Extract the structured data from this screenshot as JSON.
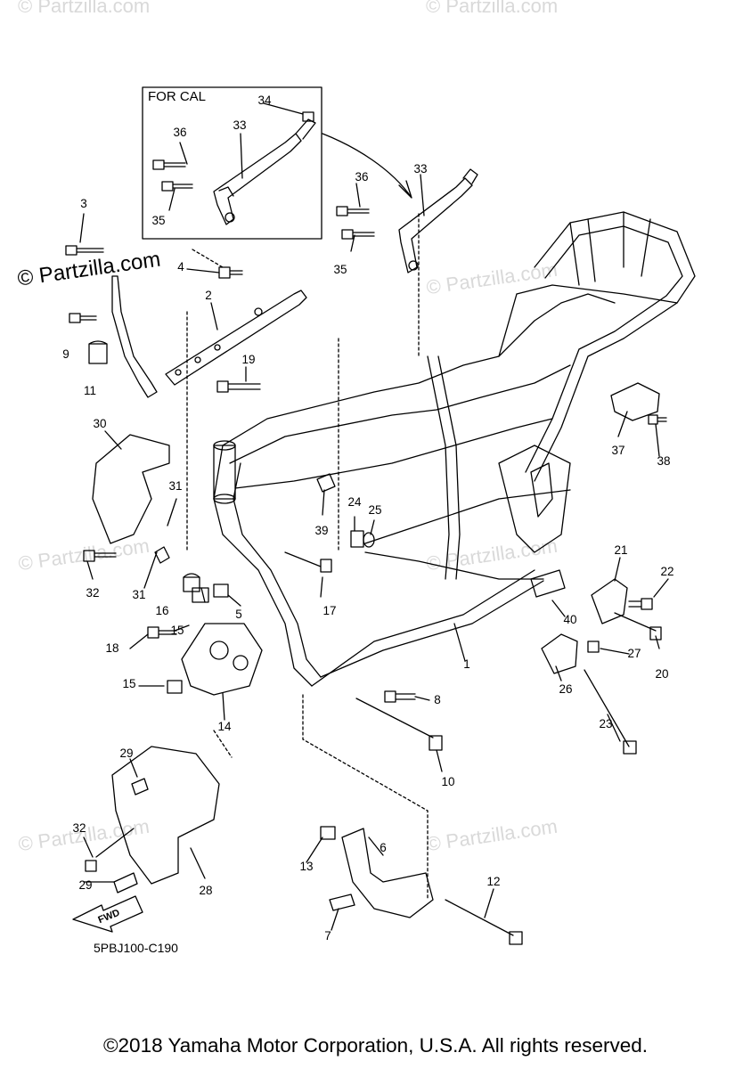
{
  "inset_label": "FOR CAL",
  "watermarks": {
    "main": "© Partzilla.com",
    "faint": "© Partzilla.com"
  },
  "diagram_code": "5PBJ100-C190",
  "copyright": "©2018 Yamaha Motor Corporation, U.S.A. All rights reserved.",
  "fwd_label": "FWD",
  "callouts": {
    "c1": "1",
    "c2": "2",
    "c3": "3",
    "c4": "4",
    "c5": "5",
    "c6": "6",
    "c7": "7",
    "c8": "8",
    "c9": "9",
    "c10": "10",
    "c11": "11",
    "c12": "12",
    "c13": "13",
    "c14": "14",
    "c15a": "15",
    "c15b": "15",
    "c16": "16",
    "c17": "17",
    "c18": "18",
    "c19": "19",
    "c20": "20",
    "c21": "21",
    "c22": "22",
    "c23": "23",
    "c24": "24",
    "c25": "25",
    "c26": "26",
    "c27": "27",
    "c28": "28",
    "c29a": "29",
    "c29b": "29",
    "c30": "30",
    "c31a": "31",
    "c31b": "31",
    "c32a": "32",
    "c32b": "32",
    "c33a": "33",
    "c33b": "33",
    "c34": "34",
    "c35a": "35",
    "c35b": "35",
    "c36a": "36",
    "c36b": "36",
    "c37": "37",
    "c38": "38",
    "c39": "39",
    "c40": "40"
  },
  "colors": {
    "line": "#000000",
    "watermark": "#d9d9d9",
    "background": "#ffffff"
  }
}
